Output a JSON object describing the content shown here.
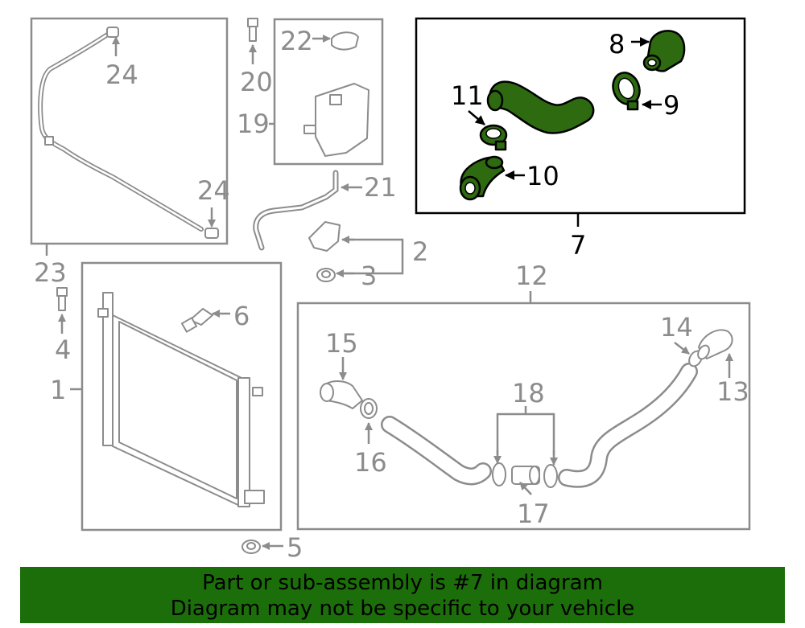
{
  "callouts": {
    "c1": "1",
    "c2": "2",
    "c3": "3",
    "c4": "4",
    "c5": "5",
    "c6": "6",
    "c7": "7",
    "c8": "8",
    "c9": "9",
    "c10": "10",
    "c11": "11",
    "c12": "12",
    "c13": "13",
    "c14": "14",
    "c15": "15",
    "c16": "16",
    "c17": "17",
    "c18": "18",
    "c19": "19",
    "c20": "20",
    "c21": "21",
    "c22": "22",
    "c23": "23",
    "c24a": "24",
    "c24b": "24"
  },
  "banner": {
    "line1": "Part or sub-assembly is #7 in diagram",
    "line2": "Diagram may not be specific to your vehicle"
  },
  "colors": {
    "highlight_part": "#2d6a10",
    "banner": "#1c6e0a",
    "line_art": "#8c8c8c"
  }
}
